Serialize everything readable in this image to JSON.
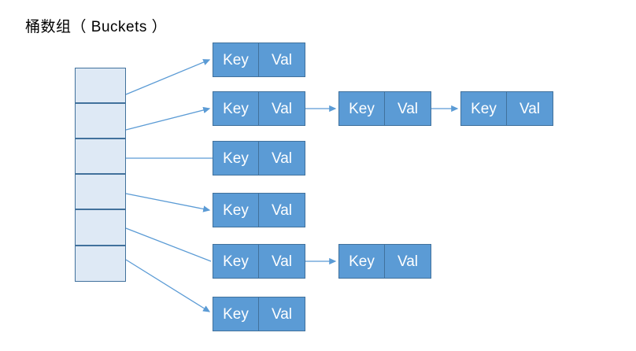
{
  "diagram": {
    "title": "桶数组（ Buckets ）",
    "type": "hash-table-separate-chaining",
    "colors": {
      "node_fill": "#5b9bd5",
      "node_border": "#41719c",
      "node_text": "#ffffff",
      "bucket_fill": "#dee9f5",
      "bucket_border": "#41719c",
      "arrow": "#5b9bd5",
      "background": "#ffffff",
      "title_text": "#000000"
    },
    "bucket_array": {
      "label": "桶数组（ Buckets ）",
      "cell_count": 6,
      "cells": [
        {
          "index": 0,
          "label": ""
        },
        {
          "index": 1,
          "label": ""
        },
        {
          "index": 2,
          "label": ""
        },
        {
          "index": 3,
          "label": ""
        },
        {
          "index": 4,
          "label": ""
        },
        {
          "index": 5,
          "label": ""
        }
      ]
    },
    "node_labels": {
      "key": "Key",
      "value": "Val"
    },
    "chains": [
      {
        "bucket_index": 0,
        "node_count": 1,
        "nodes": [
          {
            "key": "Key",
            "value": "Val"
          }
        ]
      },
      {
        "bucket_index": 1,
        "node_count": 3,
        "nodes": [
          {
            "key": "Key",
            "value": "Val"
          },
          {
            "key": "Key",
            "value": "Val"
          },
          {
            "key": "Key",
            "value": "Val"
          }
        ]
      },
      {
        "bucket_index": 2,
        "node_count": 1,
        "nodes": [
          {
            "key": "Key",
            "value": "Val"
          }
        ]
      },
      {
        "bucket_index": 3,
        "node_count": 1,
        "nodes": [
          {
            "key": "Key",
            "value": "Val"
          }
        ]
      },
      {
        "bucket_index": 4,
        "node_count": 2,
        "nodes": [
          {
            "key": "Key",
            "value": "Val"
          },
          {
            "key": "Key",
            "value": "Val"
          }
        ]
      },
      {
        "bucket_index": 5,
        "node_count": 1,
        "nodes": [
          {
            "key": "Key",
            "value": "Val"
          }
        ]
      }
    ]
  }
}
